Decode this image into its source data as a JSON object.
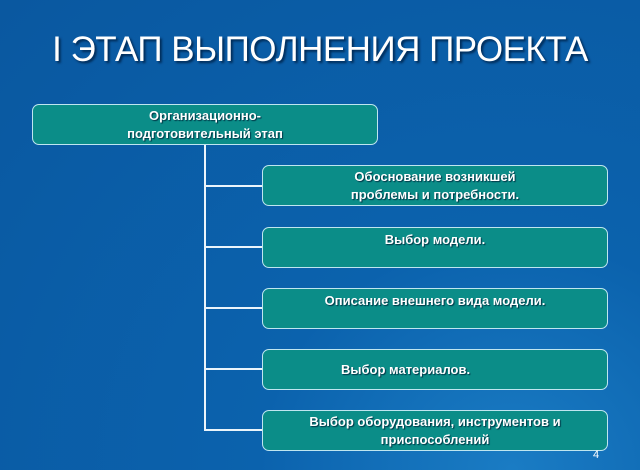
{
  "title": "I ЭТАП ВЫПОЛНЕНИЯ ПРОЕКТА",
  "root": {
    "label": "Организационно-подготовительный этап"
  },
  "children": [
    {
      "label": "Обоснование возникшей проблемы и потребности."
    },
    {
      "label": "Выбор модели."
    },
    {
      "label": "Описание внешнего вида модели."
    },
    {
      "label": "Выбор материалов."
    },
    {
      "label": "Выбор оборудования, инструментов и приспособлений"
    }
  ],
  "page_number": "4",
  "colors": {
    "background": "#0a58a0",
    "box": "#0b8d88"
  }
}
